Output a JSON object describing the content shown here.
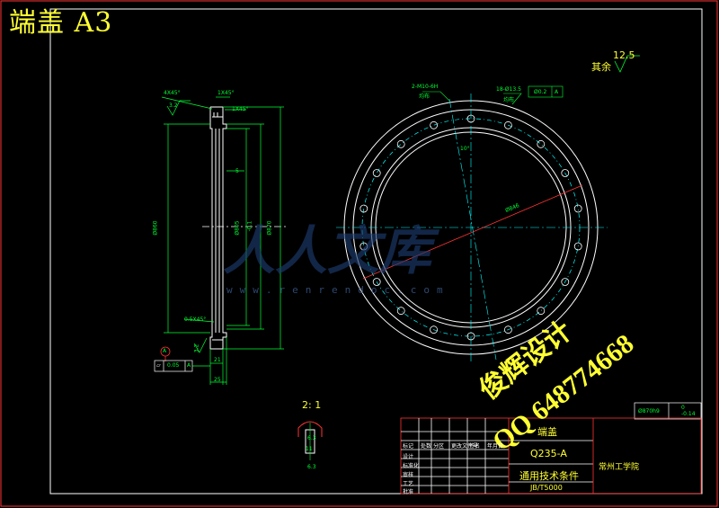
{
  "sheet": {
    "corner_title": "端盖 A3",
    "part_name": "端盖",
    "material": "Q235-A",
    "tech_conditions": "通用技术条件",
    "standard": "JB/T5000",
    "company": "常州工学院",
    "roughness_other_label": "其余",
    "roughness_other_value": "12.5",
    "detail_scale": "2: 1",
    "title_block_small_cells": [
      "标记",
      "处数",
      "分区",
      "更改文件号",
      "签名",
      "年月日",
      "设计",
      "标准化",
      "审核",
      "工艺",
      "批准"
    ]
  },
  "watermark": {
    "qq": "QQ 648774668",
    "designer": "俊辉设计",
    "site_text": "www.renrendoc.com",
    "big_text": "人人文库"
  },
  "annotations": {
    "holes_top": "2-M10-6H",
    "holes_top_note": "均布",
    "holes_ring": "18-Ø13.5",
    "holes_ring_note": "均布",
    "position_tol": "Ø0.2",
    "angle": "10°",
    "radius_leader": "Ø846",
    "chamfer_top": "4X45°",
    "chamfer_mid": "1X45°",
    "chamfer_mid2": "1X45°",
    "chamfer_bottom": "0.5X45°",
    "roughness_left": "3.2",
    "roughness_left2": "3.2",
    "dia_outer_left": "Ø860",
    "dia_mid": "Ø805",
    "dia_mid_tol": "-0.1",
    "dia_right": "Ø870",
    "dim_small": "5",
    "dim_21": "21",
    "dim_25": "25",
    "flatness_tol": "0.05",
    "flatness_ref": "A",
    "datum_a": "A",
    "detail_dims": [
      "6.3",
      "11",
      "6.3"
    ],
    "extra_cell": "Ø870h9",
    "extra_cell_tol": "0\n-0.14"
  }
}
